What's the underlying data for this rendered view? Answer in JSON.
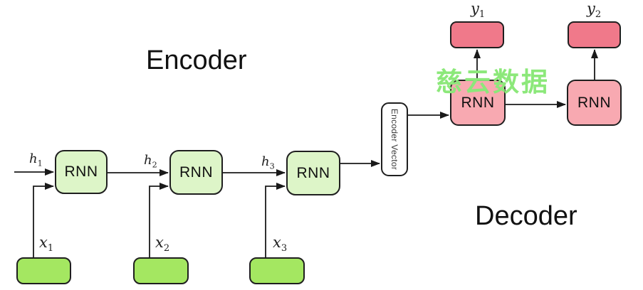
{
  "diagram": {
    "encoder_title": "Encoder",
    "decoder_title": "Decoder",
    "watermark_text": "慈云数据",
    "encoder_vector_label": "Encoder Vector",
    "encoder_rnn_boxes": [
      {
        "label": "RNN"
      },
      {
        "label": "RNN"
      },
      {
        "label": "RNN"
      }
    ],
    "decoder_rnn_boxes": [
      {
        "label": "RNN"
      },
      {
        "label": "RNN"
      }
    ],
    "hidden_state_labels": [
      {
        "base": "h",
        "sub": "1"
      },
      {
        "base": "h",
        "sub": "2"
      },
      {
        "base": "h",
        "sub": "3"
      }
    ],
    "input_labels": [
      {
        "base": "x",
        "sub": "1"
      },
      {
        "base": "x",
        "sub": "2"
      },
      {
        "base": "x",
        "sub": "3"
      }
    ],
    "output_labels": [
      {
        "base": "y",
        "sub": "1"
      },
      {
        "base": "y",
        "sub": "2"
      }
    ],
    "colors": {
      "encoder_rnn_fill": "#ddf5c8",
      "input_box_fill": "#a4e761",
      "decoder_rnn_fill": "#f8a9b1",
      "output_box_fill": "#f0798a",
      "encoder_vector_fill": "#ffffff",
      "arrow": "#1a1a1a",
      "watermark": "#8ce87a"
    }
  }
}
